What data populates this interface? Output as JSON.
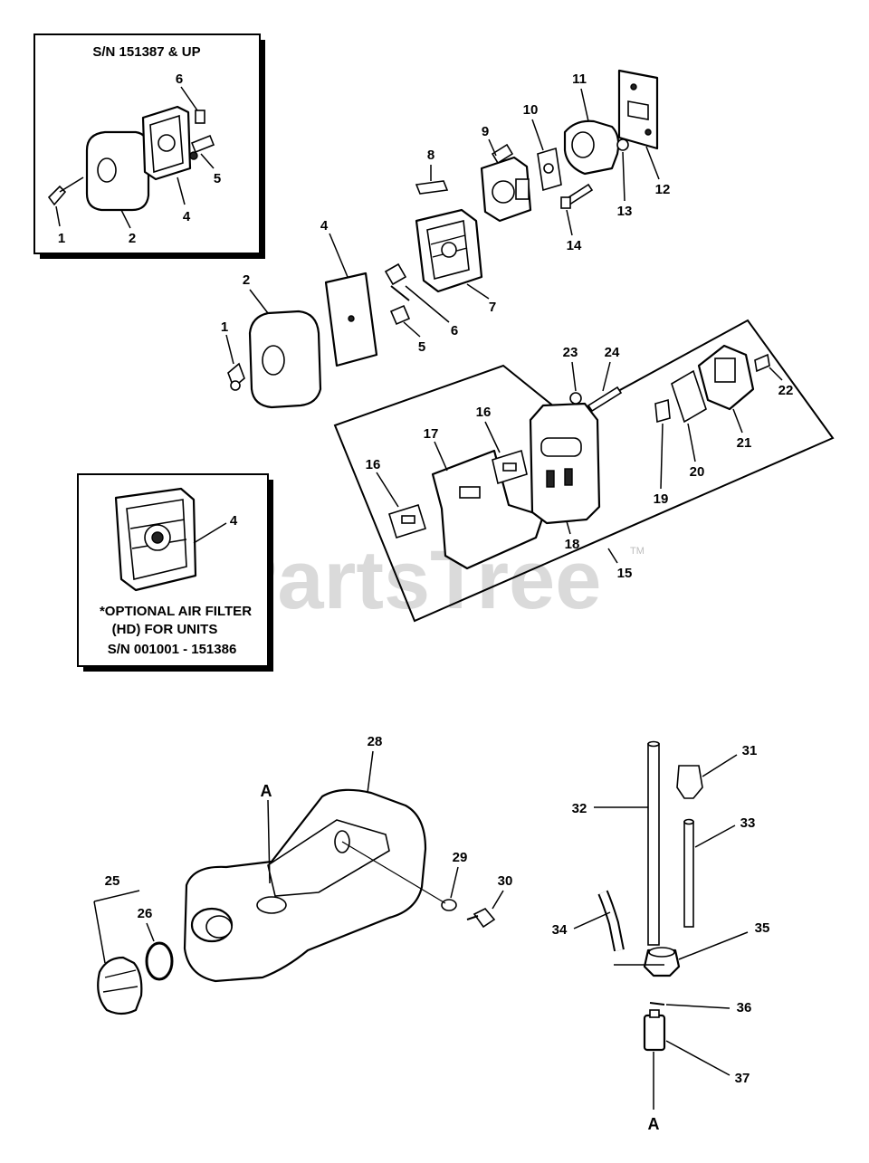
{
  "watermark": {
    "text": "PartsTree",
    "tm": "TM"
  },
  "inset_top": {
    "title": "S/N 151387 & UP"
  },
  "inset_optional": {
    "line1": "*OPTIONAL AIR FILTER",
    "line2": "(HD) FOR UNITS",
    "line3": "S/N 001001 - 151386"
  },
  "section_marker": "A",
  "callouts": {
    "c1": "1",
    "c2": "2",
    "c4": "4",
    "c5": "5",
    "c6": "6",
    "c7": "7",
    "c8": "8",
    "c9": "9",
    "c10": "10",
    "c11": "11",
    "c12": "12",
    "c13": "13",
    "c14": "14",
    "c15": "15",
    "c16": "16",
    "c17": "17",
    "c18": "18",
    "c19": "19",
    "c20": "20",
    "c21": "21",
    "c22": "22",
    "c23": "23",
    "c24": "24",
    "c25": "25",
    "c26": "26",
    "c28": "28",
    "c29": "29",
    "c30": "30",
    "c31": "31",
    "c32": "32",
    "c33": "33",
    "c34": "34",
    "c35": "35",
    "c36": "36",
    "c37": "37"
  }
}
